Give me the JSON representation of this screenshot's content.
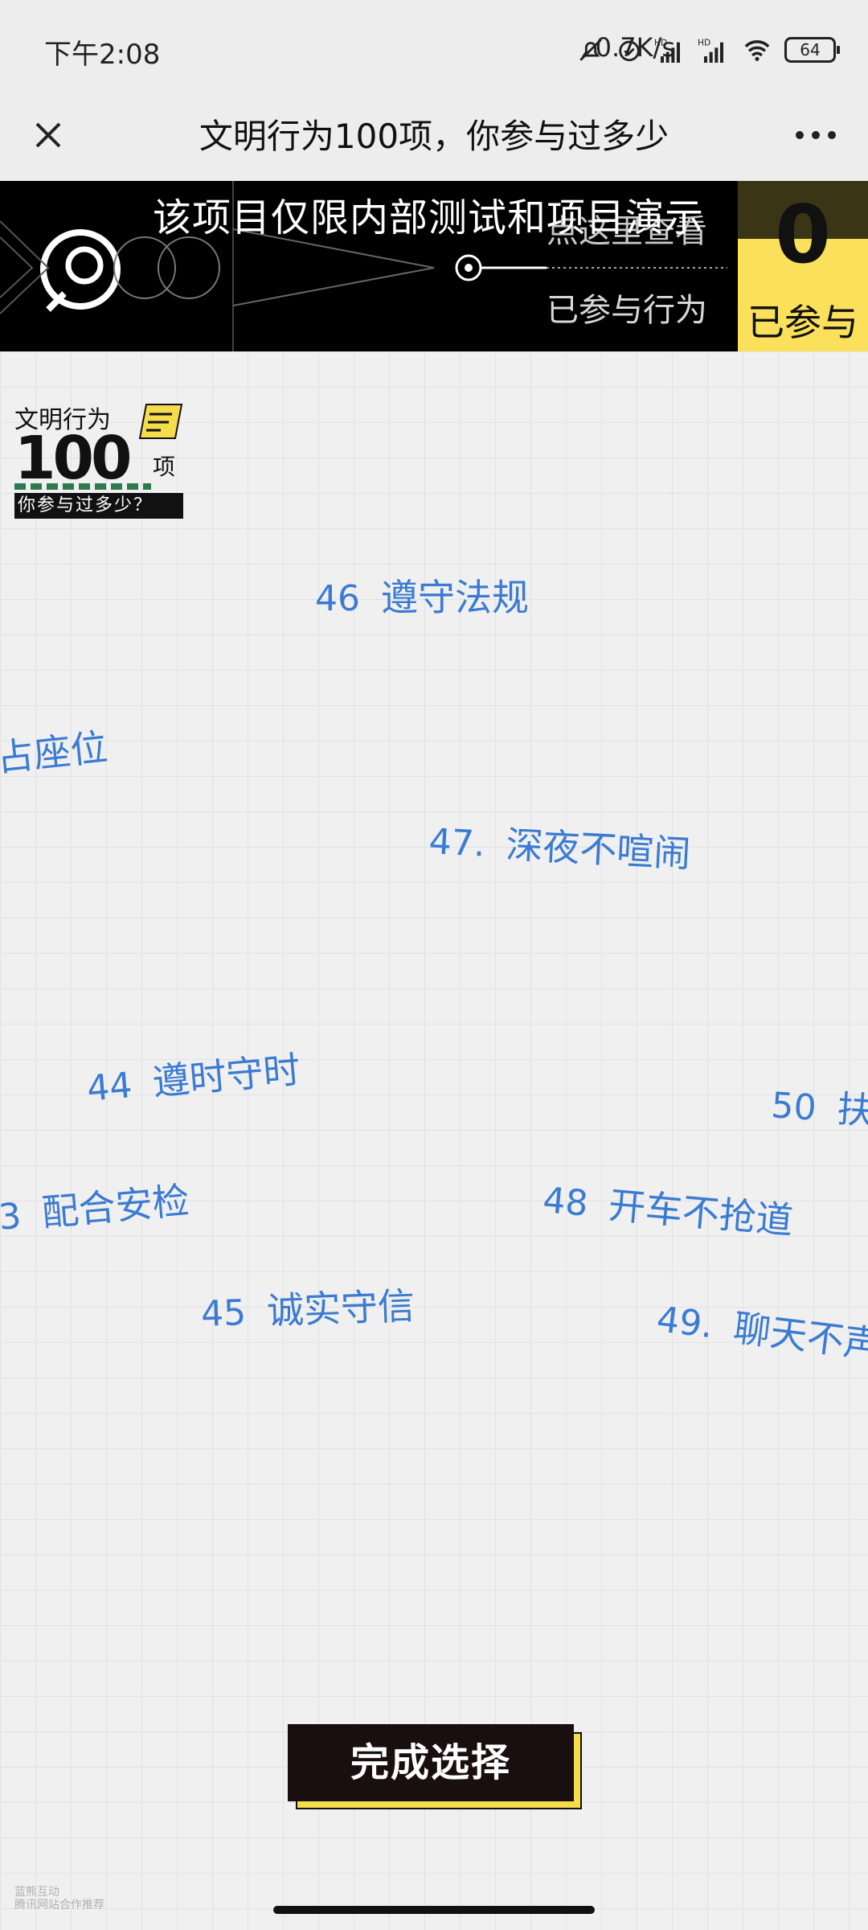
{
  "status_bar": {
    "time": "下午2:08",
    "network_speed": "0.7K/s",
    "battery_level": "64",
    "icons": [
      "bell-muted-icon",
      "alarm-icon",
      "signal-hd-icon",
      "signal-hd-icon",
      "wifi-icon",
      "battery-icon"
    ]
  },
  "nav": {
    "title": "文明行为100项，你参与过多少",
    "close_icon": "close-icon",
    "more_icon": "more-icon"
  },
  "banner": {
    "overlay_text": "该项目仅限内部测试和项目演示",
    "sub_text_1": "点这里查看",
    "sub_text_2": "已参与行为",
    "counter_value": "0",
    "counter_label": "已参与"
  },
  "logo": {
    "line1": "文明行为",
    "number": "100",
    "unit": "项",
    "subtitle": "你参与过多少？"
  },
  "items": [
    {
      "num": "46",
      "label": "遵守法规"
    },
    {
      "num": "",
      "label": "占座位"
    },
    {
      "num": "47.",
      "label": "深夜不喧闹"
    },
    {
      "num": "44",
      "label": "遵时守时"
    },
    {
      "num": "50",
      "label": "扶"
    },
    {
      "num": "3",
      "label": "配合安检"
    },
    {
      "num": "48",
      "label": "开车不抢道"
    },
    {
      "num": "45",
      "label": "诚实守信"
    },
    {
      "num": "49.",
      "label": "聊天不声"
    }
  ],
  "done_button": {
    "label": "完成选择"
  },
  "footer": {
    "brand_line1": "蓝熊互动",
    "brand_line2": "腾讯网站合作推荐"
  },
  "colors": {
    "item_blue": "#3b7bd2",
    "accent_yellow": "#fbe15b",
    "button_dark": "#1a0f0f"
  }
}
